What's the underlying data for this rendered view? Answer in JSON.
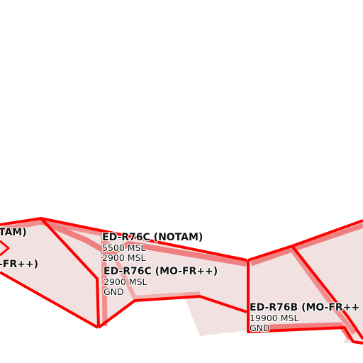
{
  "map": {
    "colors": {
      "zone_border": "#ff0000",
      "zone_fill": "#f2e1e1",
      "zone_inner_band": "#f08080",
      "background": "#ffffff"
    },
    "zones": [
      {
        "name": "TAM)",
        "upper": "",
        "lower": ""
      },
      {
        "name": "-FR++)",
        "upper": "",
        "lower": ""
      },
      {
        "name": "ED-R76C (NOTAM)",
        "upper": "5500 MSL",
        "lower": "2900 MSL"
      },
      {
        "name": "ED-R76C (MO-FR++)",
        "upper": "2900 MSL",
        "lower": "GND"
      },
      {
        "name": "ED-R76B (MO-FR++",
        "upper": "19900 MSL",
        "lower": "GND"
      }
    ]
  }
}
